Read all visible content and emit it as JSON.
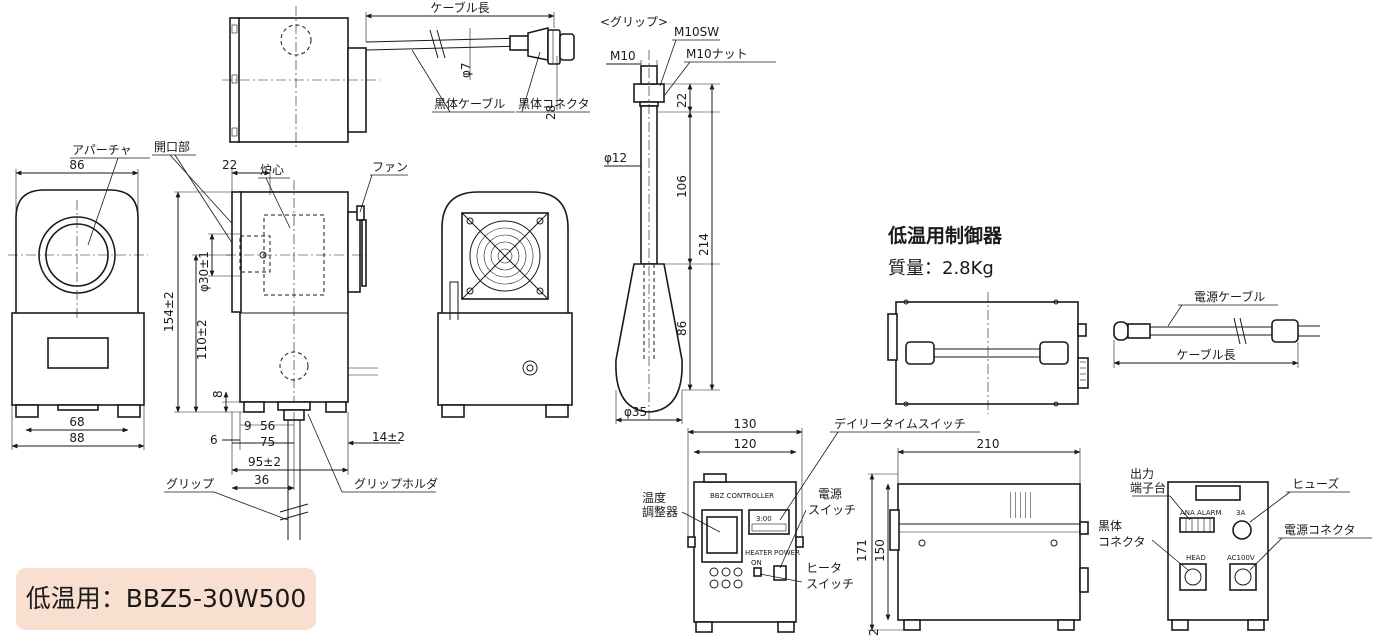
{
  "badge": {
    "text": "低温用：BBZ5-30W500"
  },
  "controller": {
    "title": "低温用制御器",
    "mass": "質量：2.8Kg"
  },
  "labels": {
    "cable_length": "ケーブル長",
    "grip_heading": "<グリップ>",
    "m10": "M10",
    "m10sw": "M10SW",
    "m10nut": "M10ナット",
    "blackbody_cable": "黒体ケーブル",
    "blackbody_connector": "黒体コネクタ",
    "aperture": "アパーチャ",
    "opening": "開口部",
    "core": "炉心",
    "fan": "ファン",
    "grip": "グリップ",
    "grip_holder": "グリップホルダ",
    "power_cable": "電源ケーブル",
    "cable_length2": "ケーブル長",
    "daily_timer": "デイリータイムスイッチ",
    "temp_ctrl_1": "温度",
    "temp_ctrl_2": "調整器",
    "power_sw_1": "電源",
    "power_sw_2": "スイッチ",
    "heater_sw_1": "ヒータ",
    "heater_sw_2": "スイッチ",
    "out_term_1": "出力",
    "out_term_2": "端子台",
    "fuse": "ヒューズ",
    "bb_conn_1": "黒体",
    "bb_conn_2": "コネクタ",
    "power_conn": "電源コネクタ"
  },
  "panel": {
    "model": "BBZ CONTROLLER",
    "timer_display": "3:00",
    "heater": "HEATER",
    "power": "POWER",
    "on": "ON",
    "ana_alarm": "ANA ALARM",
    "fuse_rating": "3A",
    "head": "HEAD",
    "ac100v": "AC100V"
  },
  "dims": {
    "d86": "86",
    "d88": "88",
    "d68": "68",
    "d22": "22",
    "d154": "154±2",
    "d110": "110±2",
    "dphi30": "φ30±1",
    "d8": "8",
    "d6": "6",
    "d9": "9",
    "d56": "56",
    "d75": "75",
    "d14": "14±2",
    "d95": "95±2",
    "d36": "36",
    "dphi7": "φ7",
    "d28": "28",
    "g22": "22",
    "gphi12": "φ12",
    "g106": "106",
    "g214": "214",
    "g86": "86",
    "gphi35": "φ35",
    "c130": "130",
    "c120": "120",
    "c171": "171",
    "c150": "150",
    "c2": "2",
    "c210": "210"
  }
}
